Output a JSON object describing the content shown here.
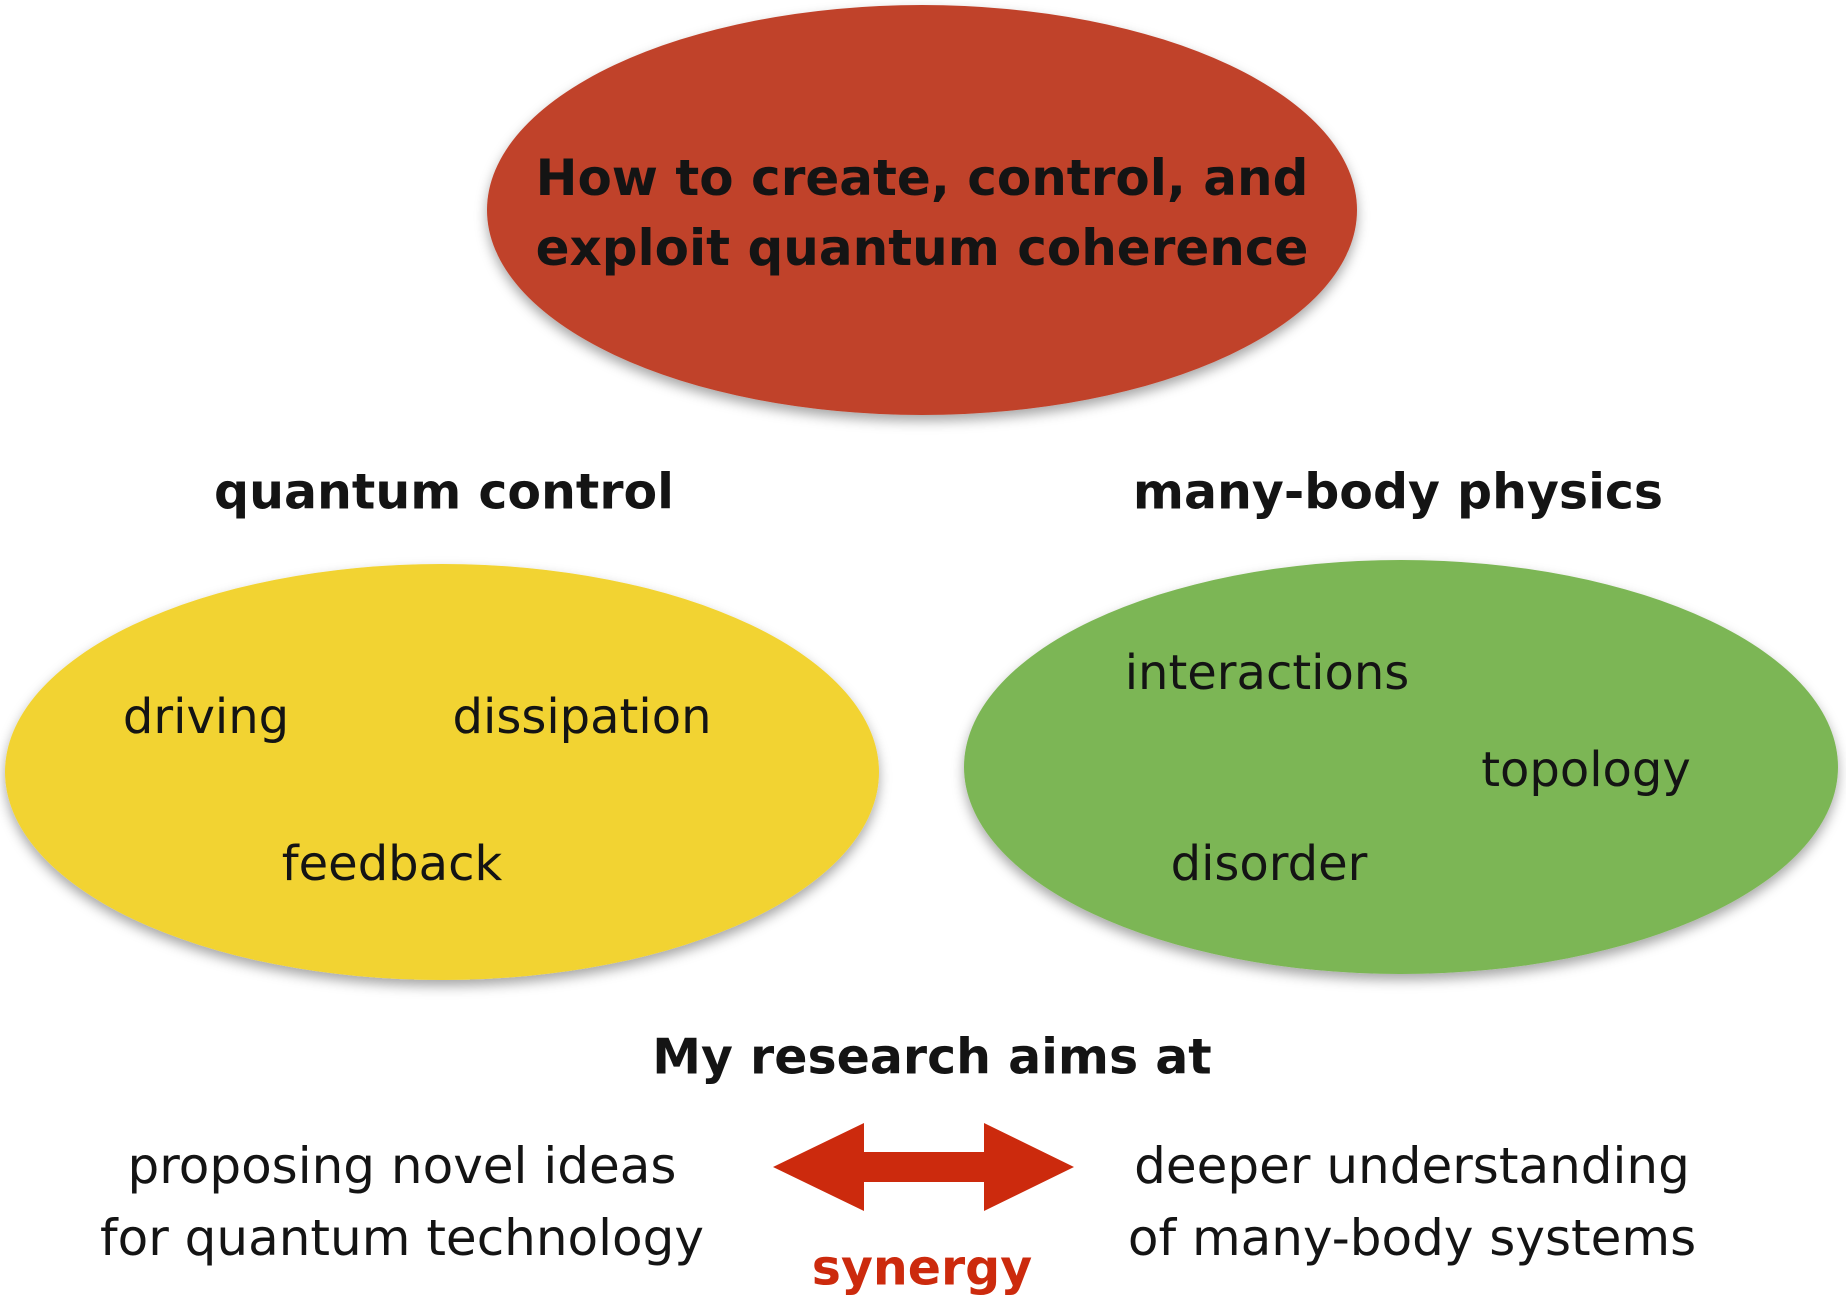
{
  "top_ellipse": {
    "line1": "How to create, control, and",
    "line2": "exploit quantum coherence",
    "color": "#c0432c"
  },
  "left_cluster": {
    "heading": "quantum control",
    "color": "#f2d330",
    "items": [
      "driving",
      "dissipation",
      "feedback"
    ]
  },
  "right_cluster": {
    "heading": "many-body physics",
    "color": "#7cb655",
    "items": [
      "interactions",
      "topology",
      "disorder"
    ]
  },
  "aims": {
    "heading": "My research aims at",
    "left_line1": "proposing novel ideas",
    "left_line2": "for quantum technology",
    "right_line1": "deeper understanding",
    "right_line2": "of many-body systems",
    "synergy_label": "synergy",
    "arrow_color": "#cc2a0d"
  }
}
